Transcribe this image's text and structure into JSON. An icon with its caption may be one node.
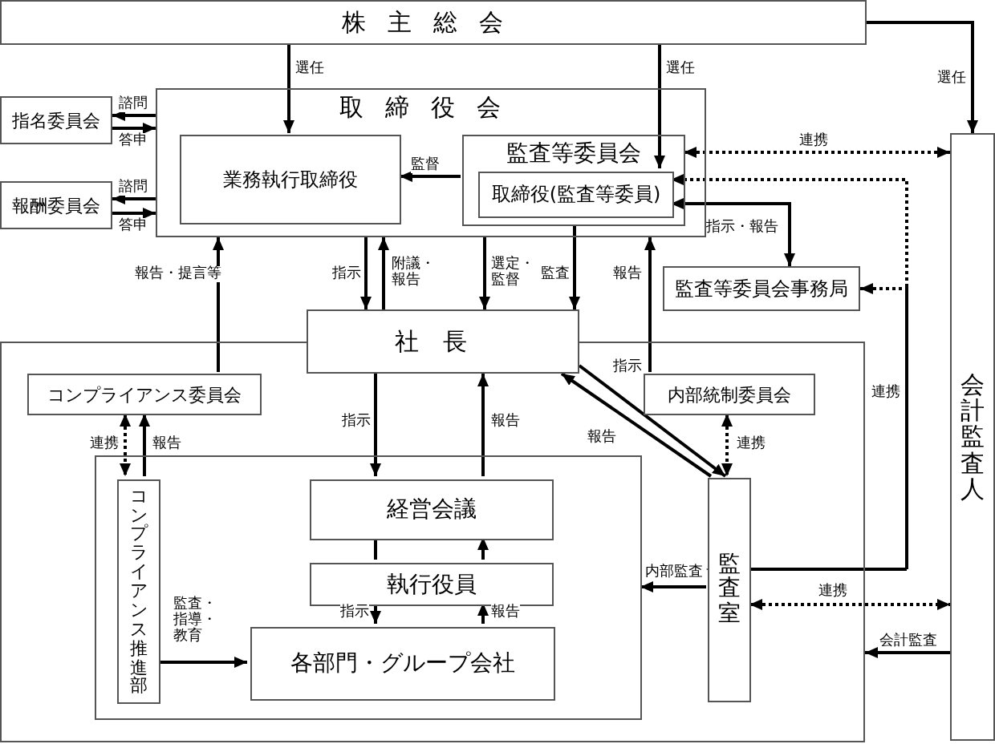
{
  "diagram": {
    "nodes": [
      {
        "text": [
          "株主総会"
        ]
      },
      {
        "text": [
          "指名委員会"
        ]
      },
      {
        "text": [
          "報酬委員会"
        ]
      },
      {
        "text": [
          "取締役会"
        ]
      },
      {
        "text": [
          "業務執行取締役"
        ],
        "in": 3
      },
      {
        "text": [
          "監査等委員会"
        ],
        "in": 3
      },
      {
        "text": [
          "取締役(監査等委員)"
        ],
        "in": 5
      },
      {
        "text": [
          "監査等委員会事務局"
        ]
      },
      {
        "text": [
          "会計監査人"
        ]
      },
      {
        "text": [],
        "shape": "box"
      },
      {
        "text": [
          "社長"
        ]
      },
      {
        "text": [
          "コンプライアンス委員会"
        ],
        "in": 9
      },
      {
        "text": [
          "内部統制委員会"
        ],
        "in": 9
      },
      {
        "text": [],
        "shape": "box",
        "in": 9
      },
      {
        "text": [
          "コンプライアンス推進部"
        ],
        "in": 13
      },
      {
        "text": [
          "経営会議"
        ],
        "in": 13
      },
      {
        "text": [
          "執行役員"
        ],
        "in": 13
      },
      {
        "text": [
          "各部門・グループ会社"
        ],
        "in": 13
      },
      {
        "text": [
          "監査室"
        ],
        "in": 9
      }
    ],
    "edges": [
      {
        "from": 0,
        "to": 4,
        "arrow": "to",
        "label": "選任"
      },
      {
        "from": 0,
        "to": 6,
        "arrow": "to",
        "label": "選任"
      },
      {
        "from": 0,
        "to": 8,
        "arrow": "to",
        "label": "選任"
      },
      {
        "from": 3,
        "to": 1,
        "arrow": "to",
        "label": "諮問"
      },
      {
        "from": 1,
        "to": 3,
        "arrow": "to",
        "label": "答申"
      },
      {
        "from": 3,
        "to": 2,
        "arrow": "to",
        "label": "諮問"
      },
      {
        "from": 2,
        "to": 3,
        "arrow": "to",
        "label": "答申"
      },
      {
        "from": 5,
        "to": 4,
        "arrow": "to",
        "label": "監督"
      },
      {
        "from": 5,
        "to": 8,
        "arrow": "both",
        "label": "連携",
        "style": "dashed"
      },
      {
        "from": 6,
        "to": 7,
        "arrow": "both",
        "label": "指示・報告"
      },
      {
        "from": 6,
        "to": 18,
        "arrow": "both",
        "label": "連携",
        "style": "dashed"
      },
      {
        "from": 18,
        "to": 7,
        "arrow": "to",
        "style": "dashed"
      },
      {
        "from": 11,
        "to": 3,
        "arrow": "to",
        "label": "報告・提言等"
      },
      {
        "from": 3,
        "to": 10,
        "arrow": "to",
        "label": "指示"
      },
      {
        "from": 10,
        "to": 3,
        "arrow": "to",
        "label": "附議・報告"
      },
      {
        "from": 3,
        "to": 10,
        "arrow": "to",
        "label": "選定・監督"
      },
      {
        "from": 5,
        "to": 10,
        "arrow": "to",
        "label": "監査"
      },
      {
        "from": 12,
        "to": 3,
        "arrow": "to",
        "label": "報告"
      },
      {
        "from": 10,
        "to": 15,
        "arrow": "to",
        "label": "指示"
      },
      {
        "from": 15,
        "to": 10,
        "arrow": "to",
        "label": "報告"
      },
      {
        "from": 15,
        "to": 16,
        "arrow": "none"
      },
      {
        "from": 16,
        "to": 15,
        "arrow": "to"
      },
      {
        "from": 16,
        "to": 17,
        "arrow": "to",
        "label": "指示"
      },
      {
        "from": 17,
        "to": 16,
        "arrow": "to",
        "label": "報告"
      },
      {
        "from": 11,
        "to": 14,
        "arrow": "both",
        "label": "連携",
        "style": "dashed"
      },
      {
        "from": 14,
        "to": 11,
        "arrow": "to",
        "label": "報告"
      },
      {
        "from": 14,
        "to": 17,
        "arrow": "to",
        "label": "監査・指導・教育"
      },
      {
        "from": 10,
        "to": 18,
        "arrow": "to",
        "label": "指示"
      },
      {
        "from": 18,
        "to": 10,
        "arrow": "to",
        "label": "報告"
      },
      {
        "from": 12,
        "to": 18,
        "arrow": "both",
        "label": "連携",
        "style": "dashed"
      },
      {
        "from": 18,
        "to": 13,
        "arrow": "to",
        "label": "内部監査"
      },
      {
        "from": 18,
        "to": 8,
        "arrow": "both",
        "label": "連携",
        "style": "dashed"
      },
      {
        "from": 8,
        "to": 9,
        "arrow": "to",
        "label": "会計監査"
      }
    ]
  }
}
